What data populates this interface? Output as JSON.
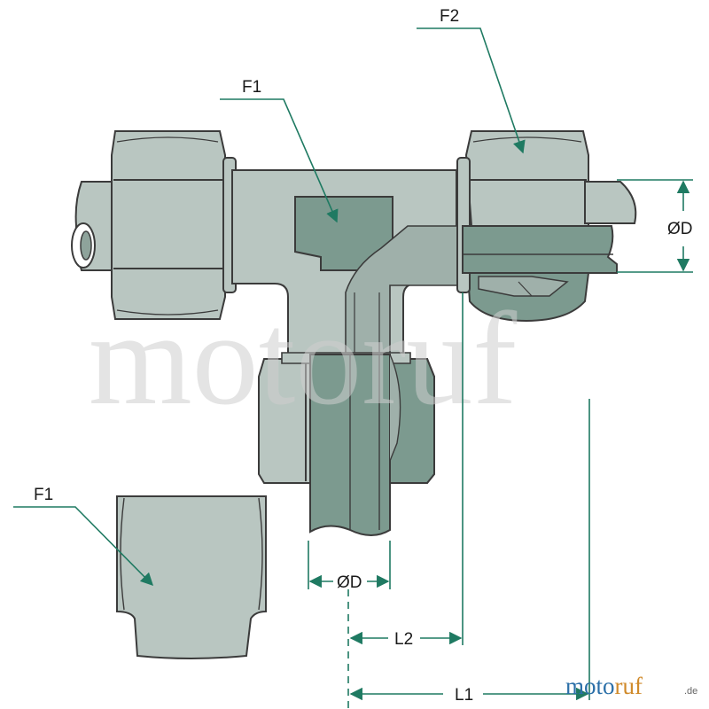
{
  "labels": {
    "f2_top": "F2",
    "f1_top": "F1",
    "f1_left": "F1",
    "diameter_right": "ØD",
    "diameter_bottom": "ØD",
    "l2": "L2",
    "l1": "L1"
  },
  "watermark": {
    "text": "motoruf"
  },
  "logo": {
    "part1": "moto",
    "part2": "ruf",
    "suffix": ".de"
  },
  "colors": {
    "metal": "#b9c6c1",
    "metal_dark": "#9fb0aa",
    "section": "#7c9a8f",
    "outline": "#3b3b3b",
    "dimension": "#1f7a62",
    "logo_a": "#2b6fa8",
    "logo_b": "#d08a2a"
  }
}
